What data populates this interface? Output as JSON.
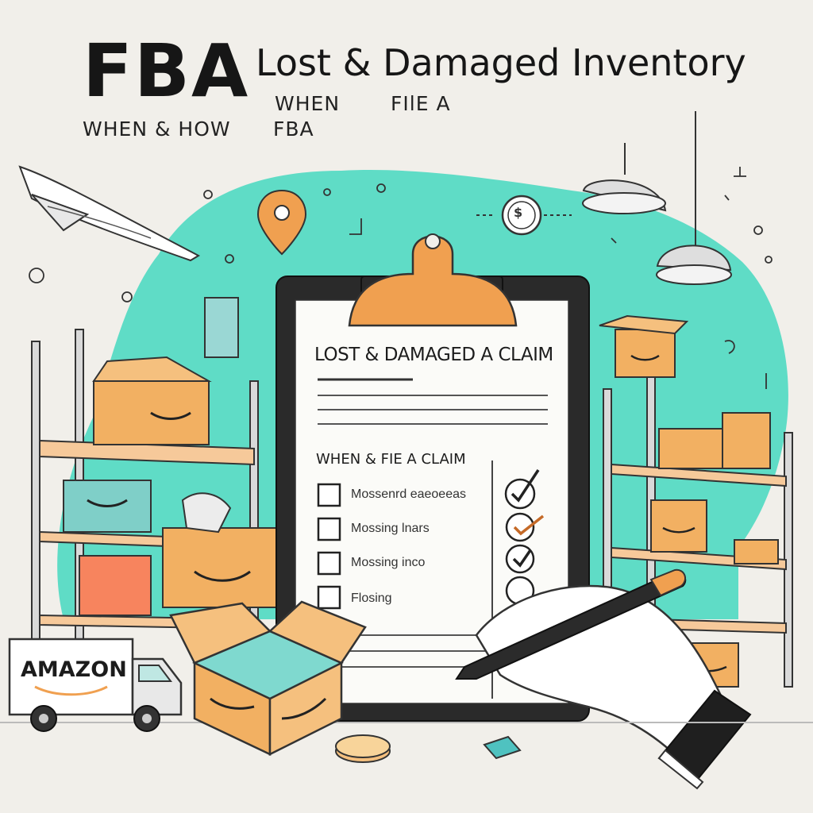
{
  "header": {
    "brand": "FBA",
    "title": "Lost & Damaged Inventory",
    "sub_when": "WHEN",
    "sub_file": "FIlE A",
    "sub_when_how": "WHEN & HOW",
    "sub_fba": "FBA"
  },
  "document": {
    "title": "LOST & DAMAGED A CLAIM",
    "section_title": "WHEN & FIE A CLAIM",
    "items": [
      {
        "label": "Mossenrd eaeoeeas",
        "checked": true
      },
      {
        "label": "Mossing lnars",
        "checked": true
      },
      {
        "label": "Mossing inco",
        "checked": true
      },
      {
        "label": "Flosing",
        "checked": false
      }
    ]
  },
  "truck": {
    "label": "AMAZON"
  },
  "dollar_sign": {
    "label": "$"
  },
  "colors": {
    "teal": "#5fdcc6",
    "orange": "#f0a050",
    "box": "#f2b062",
    "dark": "#1a1a1a",
    "paper": "#fbfbf8",
    "background": "#f1efea"
  }
}
